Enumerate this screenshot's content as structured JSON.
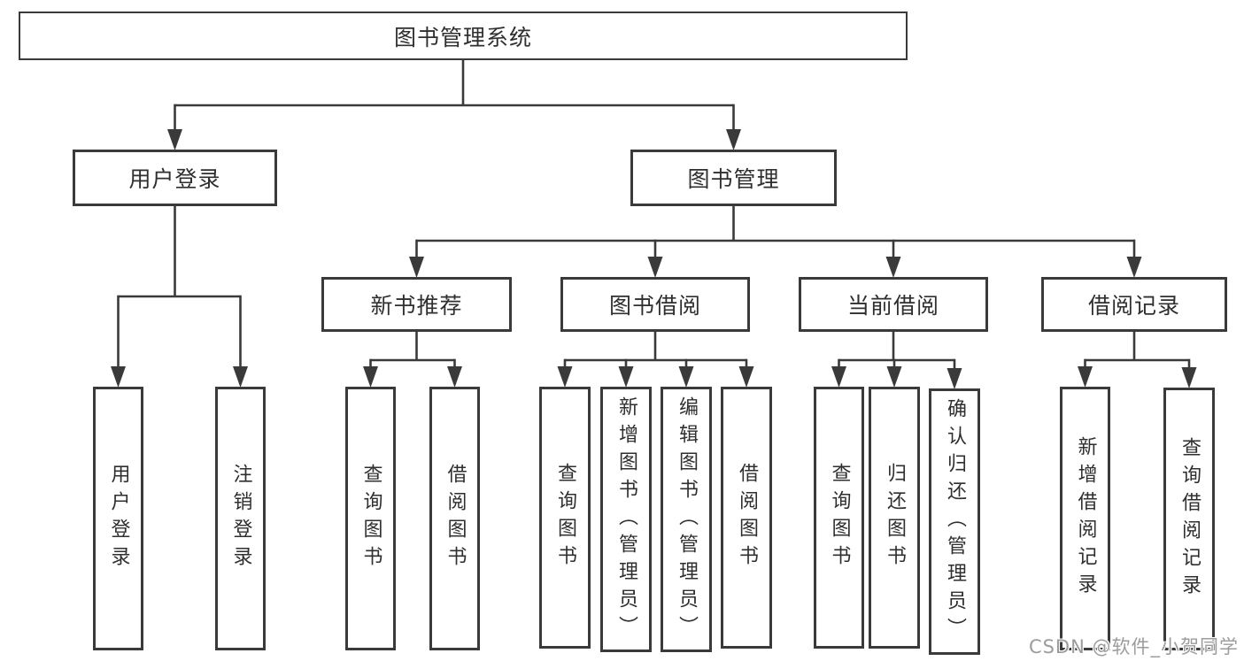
{
  "diagram": {
    "title": "图书管理系统",
    "nodes": [
      {
        "id": "root",
        "label": "图书管理系统",
        "orientation": "horizontal"
      },
      {
        "id": "user-login",
        "label": "用户登录",
        "orientation": "horizontal"
      },
      {
        "id": "book-mgmt",
        "label": "图书管理",
        "orientation": "horizontal"
      },
      {
        "id": "new-book-rec",
        "label": "新书推荐",
        "orientation": "horizontal"
      },
      {
        "id": "book-borrow",
        "label": "图书借阅",
        "orientation": "horizontal"
      },
      {
        "id": "current-borrow",
        "label": "当前借阅",
        "orientation": "horizontal"
      },
      {
        "id": "borrow-records",
        "label": "借阅记录",
        "orientation": "horizontal"
      },
      {
        "id": "ul-login",
        "label": "用户登录",
        "orientation": "vertical"
      },
      {
        "id": "ul-logout",
        "label": "注销登录",
        "orientation": "vertical"
      },
      {
        "id": "nbr-query",
        "label": "查询图书",
        "orientation": "vertical"
      },
      {
        "id": "nbr-borrow",
        "label": "借阅图书",
        "orientation": "vertical"
      },
      {
        "id": "bb-query",
        "label": "查询图书",
        "orientation": "vertical"
      },
      {
        "id": "bb-add",
        "label": "新增图书（管理员）",
        "orientation": "vertical"
      },
      {
        "id": "bb-edit",
        "label": "编辑图书（管理员）",
        "orientation": "vertical"
      },
      {
        "id": "bb-borrow",
        "label": "借阅图书",
        "orientation": "vertical"
      },
      {
        "id": "cb-query",
        "label": "查询图书",
        "orientation": "vertical"
      },
      {
        "id": "cb-return",
        "label": "归还图书",
        "orientation": "vertical"
      },
      {
        "id": "cb-confirm",
        "label": "确认归还（管理员）",
        "orientation": "vertical"
      },
      {
        "id": "br-add",
        "label": "新增借阅记录",
        "orientation": "vertical"
      },
      {
        "id": "br-query",
        "label": "查询借阅记录",
        "orientation": "vertical"
      }
    ],
    "edges": [
      {
        "from": "root",
        "to": [
          "user-login",
          "book-mgmt"
        ]
      },
      {
        "from": "user-login",
        "to": [
          "ul-login",
          "ul-logout"
        ]
      },
      {
        "from": "book-mgmt",
        "to": [
          "new-book-rec",
          "book-borrow",
          "current-borrow",
          "borrow-records"
        ]
      },
      {
        "from": "new-book-rec",
        "to": [
          "nbr-query",
          "nbr-borrow"
        ]
      },
      {
        "from": "book-borrow",
        "to": [
          "bb-query",
          "bb-add",
          "bb-edit",
          "bb-borrow"
        ]
      },
      {
        "from": "current-borrow",
        "to": [
          "cb-query",
          "cb-return",
          "cb-confirm"
        ]
      },
      {
        "from": "borrow-records",
        "to": [
          "br-add",
          "br-query"
        ]
      }
    ]
  },
  "watermark": {
    "text": "CSDN @软件_小贺同学"
  },
  "colors": {
    "line": "#3a3a3a",
    "box_border": "#3a3a3a",
    "text": "#2f2f2f",
    "background": "#ffffff",
    "watermark": "#9c9c9c"
  }
}
